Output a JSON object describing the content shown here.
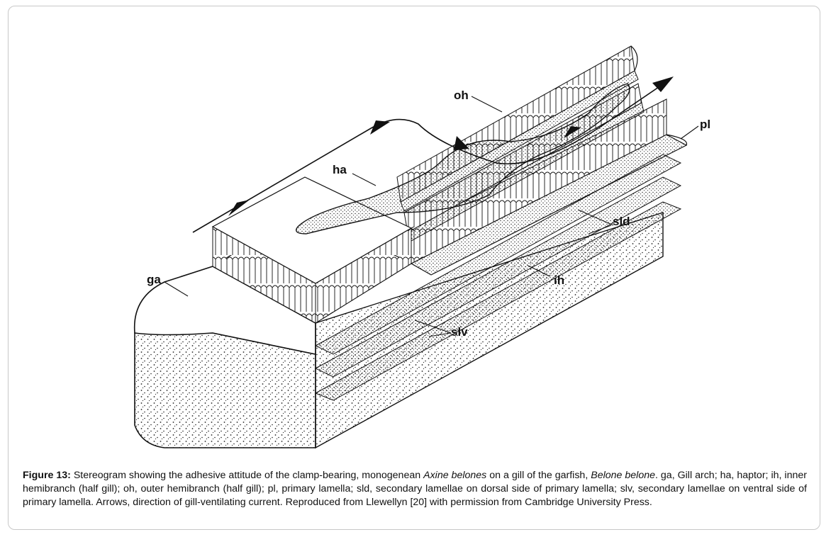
{
  "labels": {
    "oh": "oh",
    "ha": "ha",
    "pl": "pl",
    "sld": "sld",
    "ga": "ga",
    "ih": "ih",
    "slv": "slv"
  },
  "caption": {
    "figure_label": "Figure 13:",
    "text_1": " Stereogram showing the adhesive attitude of the clamp-bearing, monogenean ",
    "species_1": "Axine belones",
    "text_2": " on a gill of the garfish, ",
    "species_2": "Belone belone",
    "text_3": ". ga, Gill arch; ha, haptor; ih, inner hemibranch (half gill); oh, outer hemibranch (half gill); pl, primary lamella; sld, secondary lamellae on dorsal side of primary lamella; slv, secondary lamellae on ventral side of primary lamella. Arrows, direction of gill-ventilating current. Reproduced from Llewellyn [20] with permission from Cambridge University Press."
  },
  "colors": {
    "ink": "#111111",
    "frame_border": "#c8c8c8"
  }
}
